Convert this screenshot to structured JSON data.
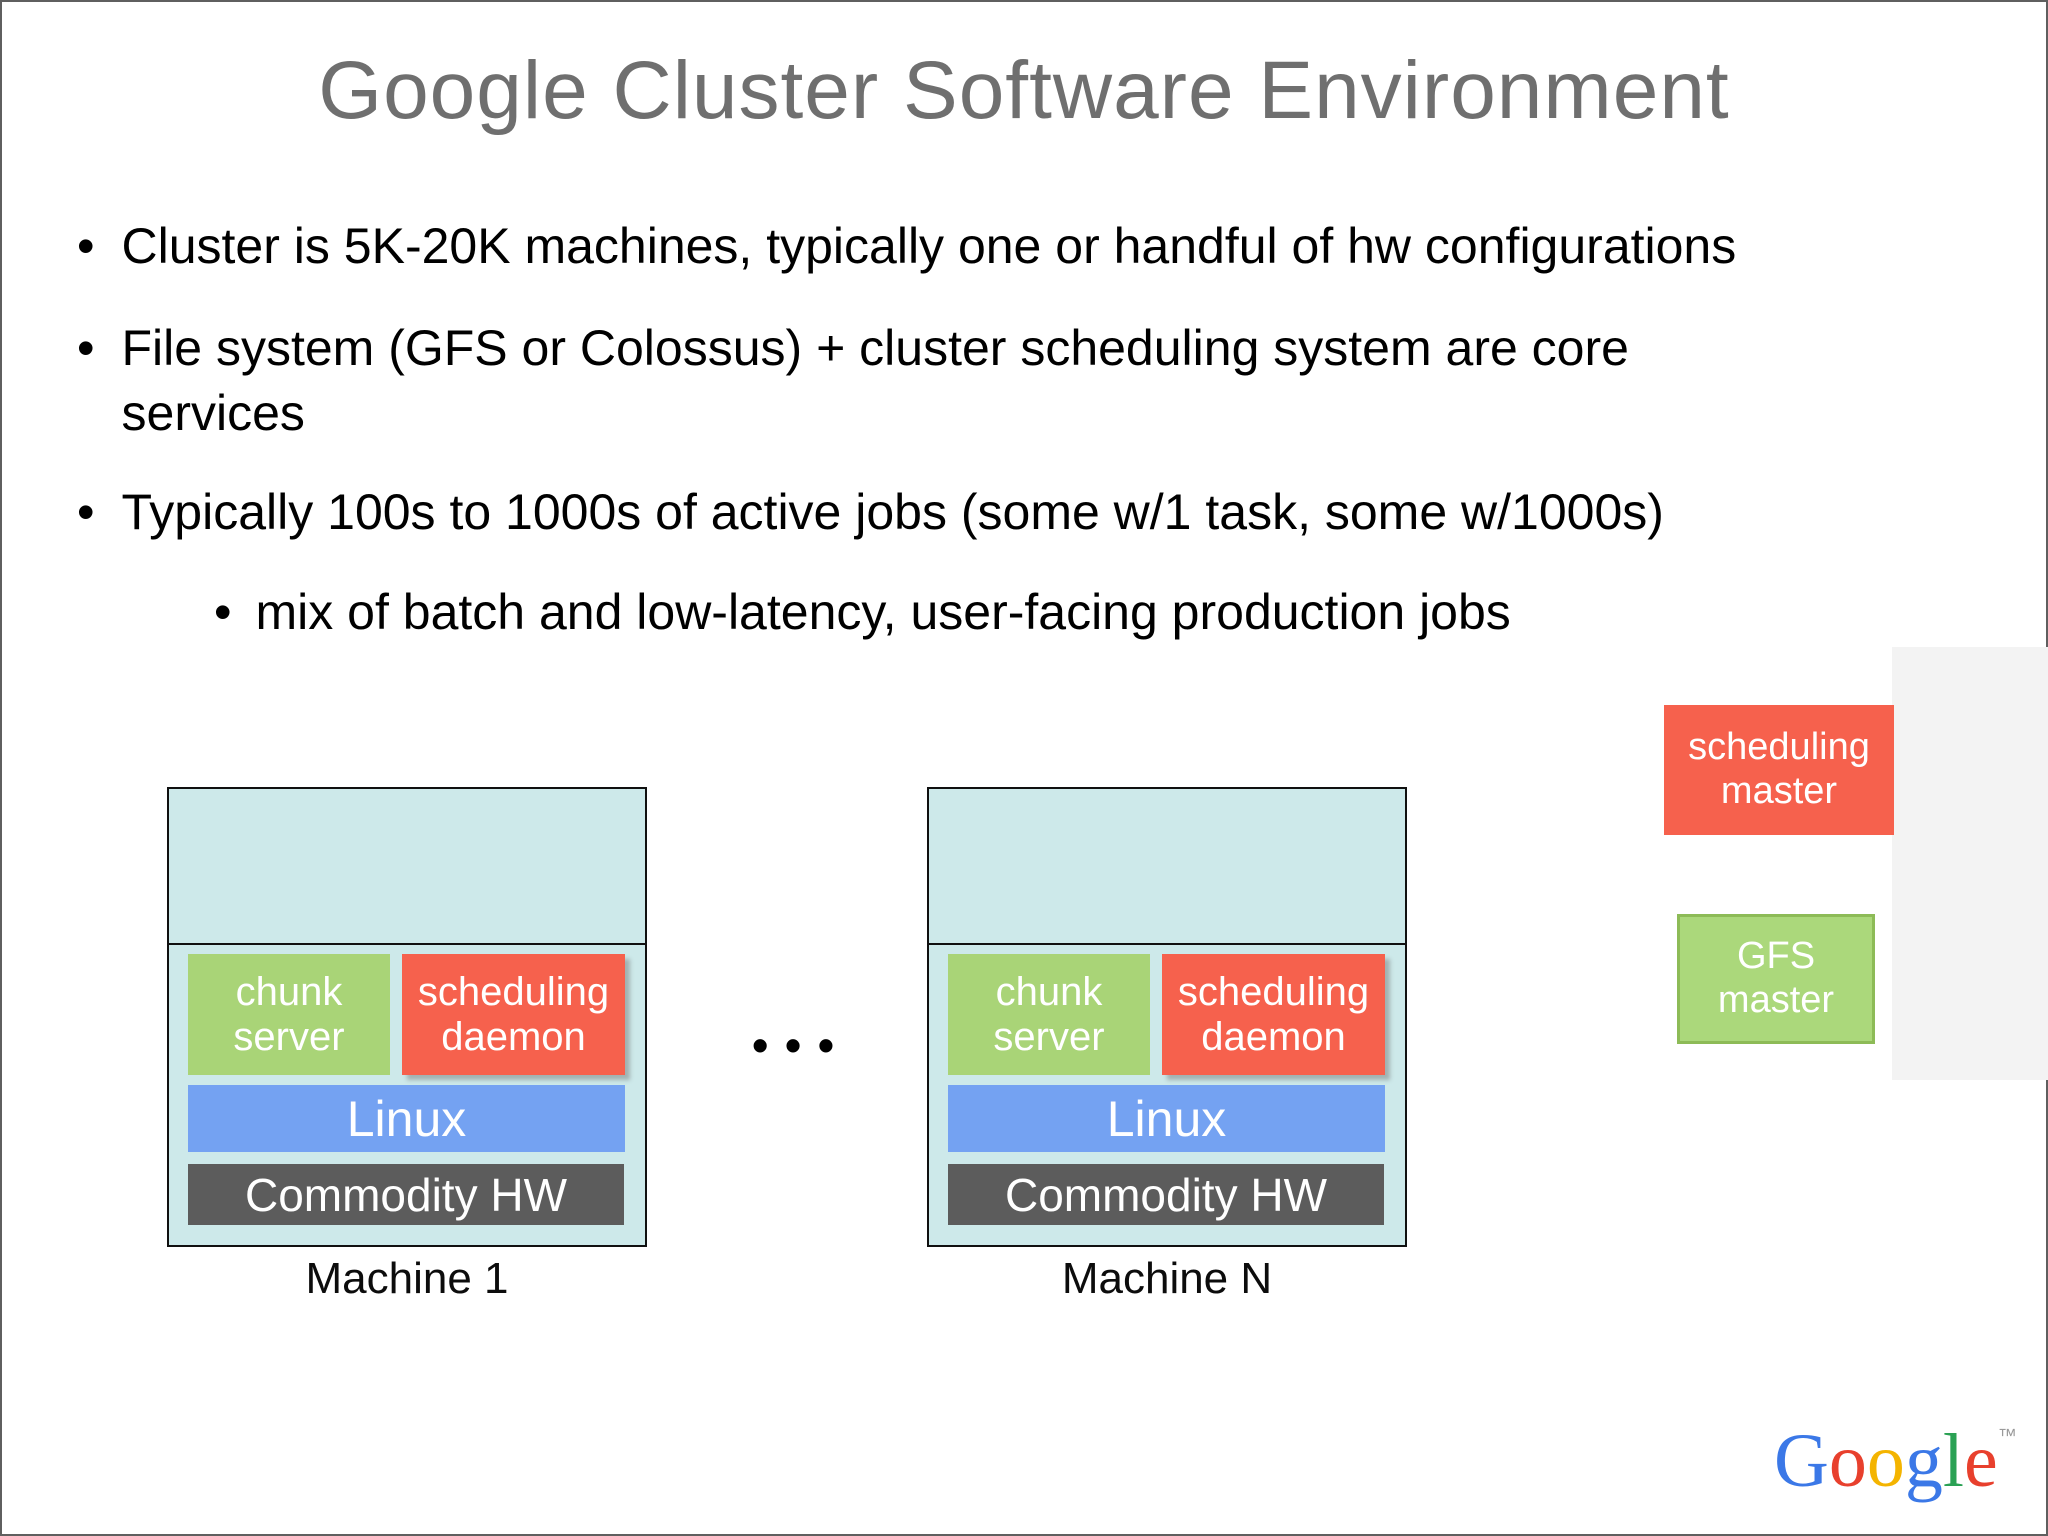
{
  "title": "Google Cluster Software Environment",
  "bullets": {
    "marker": "•",
    "b1": "Cluster is 5K-20K machines, typically one or handful of hw configurations",
    "b2_line1": "File system (GFS or Colossus) + cluster scheduling system are core",
    "b2_line2": "services",
    "b3": "Typically 100s to 1000s of active jobs (some w/1 task, some w/1000s)",
    "sub": "mix of batch and low-latency, user-facing production jobs"
  },
  "diagram": {
    "ellipsis": "• • •",
    "machines": [
      {
        "label": "Machine 1"
      },
      {
        "label": "Machine N"
      }
    ],
    "stack": {
      "chunk_server": "chunk server",
      "scheduling_daemon": "scheduling daemon",
      "linux": "Linux",
      "commodity_hw": "Commodity HW"
    },
    "masters": {
      "scheduling": "scheduling master",
      "gfs": "GFS master"
    }
  },
  "logo": {
    "letters": [
      {
        "ch": "G",
        "color": "#3b78e7"
      },
      {
        "ch": "o",
        "color": "#e8402d"
      },
      {
        "ch": "o",
        "color": "#f4b400"
      },
      {
        "ch": "g",
        "color": "#3b78e7"
      },
      {
        "ch": "l",
        "color": "#2aa154"
      },
      {
        "ch": "e",
        "color": "#e8402d"
      }
    ],
    "trademark": "™"
  },
  "colors": {
    "title_text": "#6f6f6f",
    "machine_bg": "#cde9ea",
    "machine_border": "#101010",
    "chunk_green": "#a9d477",
    "daemon_red": "#f6614d",
    "linux_blue": "#74a2f2",
    "commodity_gray": "#5c5c5c",
    "gfs_green": "#abd87b",
    "gfs_border": "#8dbb57",
    "right_panel_gray": "#f3f3f3",
    "logo_blue": "#3b78e7",
    "logo_red": "#e8402d",
    "logo_yellow": "#f4b400",
    "logo_green": "#2aa154"
  }
}
